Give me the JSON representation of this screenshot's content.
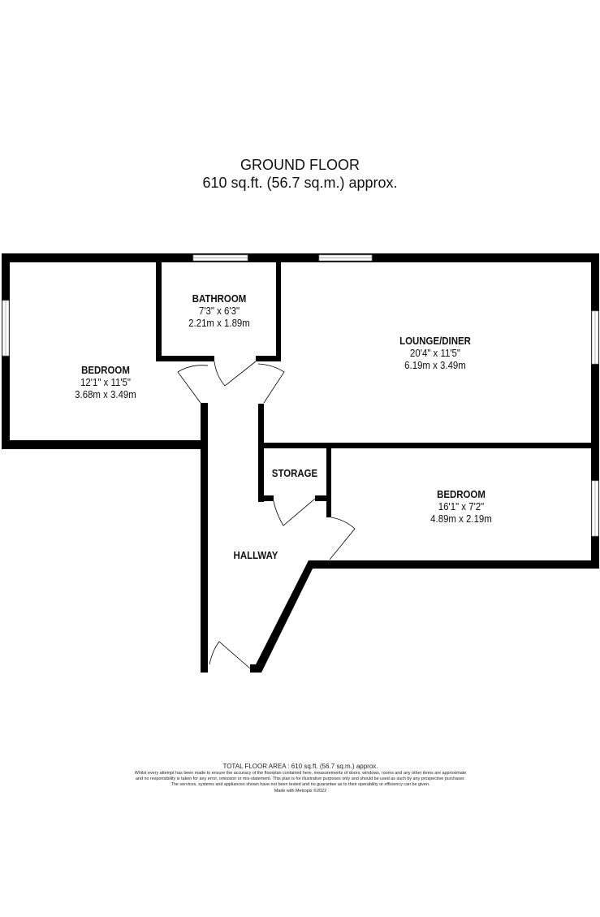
{
  "header": {
    "floor_name": "GROUND FLOOR",
    "area": "610 sq.ft. (56.7 sq.m.) approx."
  },
  "rooms": [
    {
      "name": "BATHROOM",
      "imperial": "7'3\"  x 6'3\"",
      "metric": "2.21m  x 1.89m"
    },
    {
      "name": "BEDROOM",
      "imperial": "12'1\"  x 11'5\"",
      "metric": "3.68m  x 3.49m"
    },
    {
      "name": "LOUNGE/DINER",
      "imperial": "20'4\"  x 11'5\"",
      "metric": "6.19m  x 3.49m"
    },
    {
      "name": "BEDROOM",
      "imperial": "16'1\"  x 7'2\"",
      "metric": "4.89m  x 2.19m"
    },
    {
      "name": "STORAGE"
    },
    {
      "name": "HALLWAY"
    }
  ],
  "footer": {
    "total": "TOTAL FLOOR AREA : 610 sq.ft. (56.7 sq.m.) approx.",
    "disclaimer": "Whilst every attempt has been made to ensure the accuracy of the floorplan contained here, measurements of doors, windows, rooms and any other items are approximate and no responsibility is taken for any error, omission or mis-statement. This plan is for illustrative purposes only and should be used as such by any prospective purchaser. The services, systems and appliances shown have not been tested and no guarantee as to their operability or efficiency can be given.",
    "credit": "Made with Metropix ©2022"
  }
}
